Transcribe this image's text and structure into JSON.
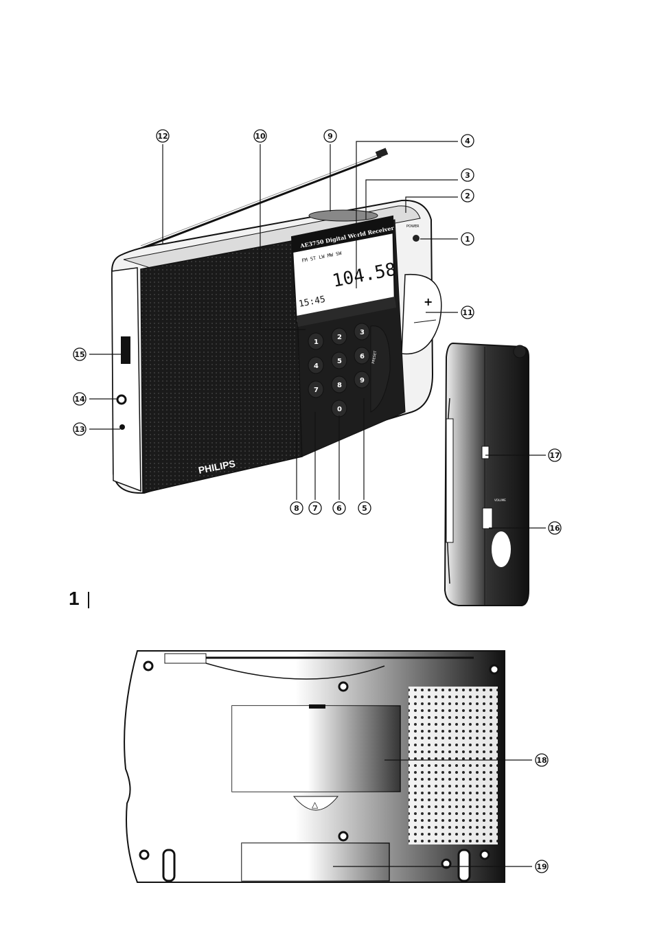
{
  "figure": {
    "number": "1"
  },
  "brand": "PHILIPS",
  "radio": {
    "model_label": "AE3750 Digital World Receiver",
    "band_strip": "FM ST LW MW SW",
    "frequency": "104.58",
    "clock": "15:45",
    "preset_label": "PRESET",
    "power_label": "POWER",
    "volume_label": "VOLUME",
    "keypad": [
      "1",
      "2",
      "3",
      "4",
      "5",
      "6",
      "7",
      "8",
      "9",
      "0"
    ]
  },
  "callouts": [
    "1",
    "2",
    "3",
    "4",
    "5",
    "6",
    "7",
    "8",
    "9",
    "10",
    "11",
    "12",
    "13",
    "14",
    "15",
    "16",
    "17",
    "18",
    "19"
  ]
}
